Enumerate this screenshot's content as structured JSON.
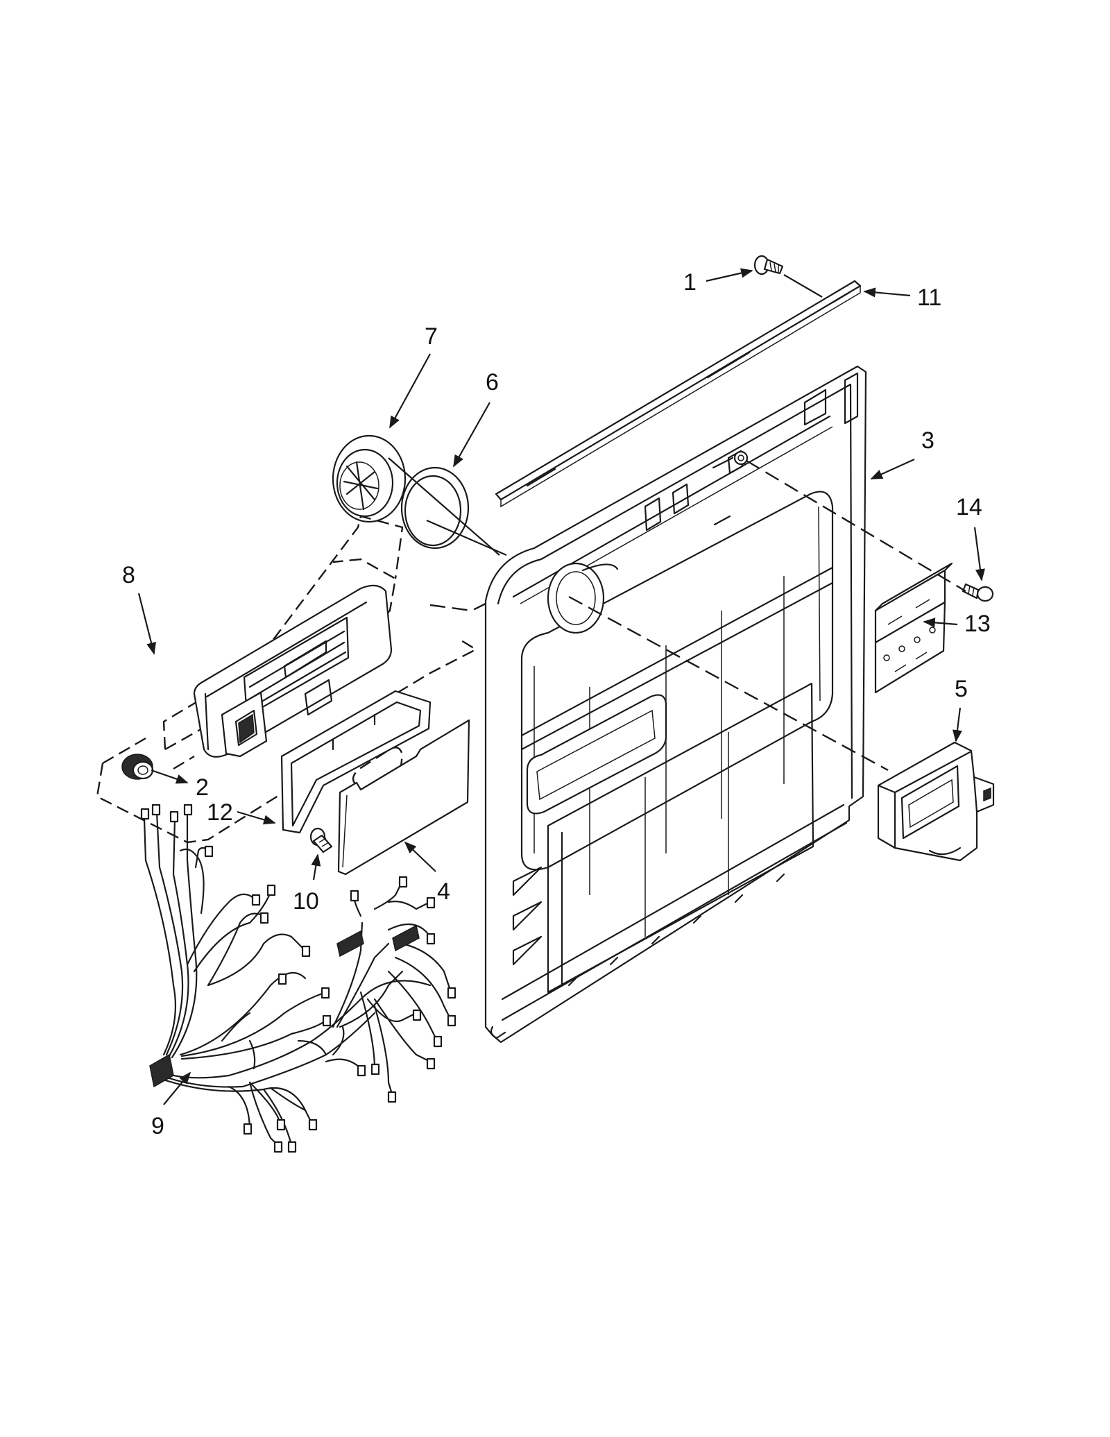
{
  "diagram": {
    "type": "exploded-parts-diagram",
    "callouts": [
      {
        "id": "1",
        "label": "1"
      },
      {
        "id": "2",
        "label": "2"
      },
      {
        "id": "3",
        "label": "3"
      },
      {
        "id": "4",
        "label": "4"
      },
      {
        "id": "5",
        "label": "5"
      },
      {
        "id": "6",
        "label": "6"
      },
      {
        "id": "7",
        "label": "7"
      },
      {
        "id": "8",
        "label": "8"
      },
      {
        "id": "9",
        "label": "9"
      },
      {
        "id": "10",
        "label": "10"
      },
      {
        "id": "11",
        "label": "11"
      },
      {
        "id": "12",
        "label": "12"
      },
      {
        "id": "13",
        "label": "13"
      },
      {
        "id": "14",
        "label": "14"
      }
    ],
    "colors": {
      "line": "#1a1a1a",
      "background": "#ffffff"
    }
  }
}
